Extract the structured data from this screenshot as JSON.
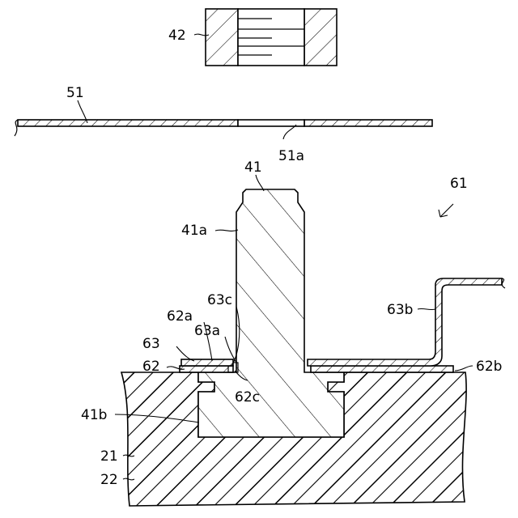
{
  "labels": {
    "nut": "42",
    "plate": "51",
    "plate_hole": "51a",
    "stud": "41",
    "stud_shank": "41a",
    "stud_base": "41b",
    "assembly": "61",
    "member": "21",
    "member_lower": "22",
    "gasket": "62",
    "gasket_edge": "62a",
    "gasket_right": "62b",
    "gasket_inner": "62c",
    "washer": "63",
    "washer_edge": "63a",
    "washer_bend": "63b",
    "washer_inner": "63c"
  }
}
